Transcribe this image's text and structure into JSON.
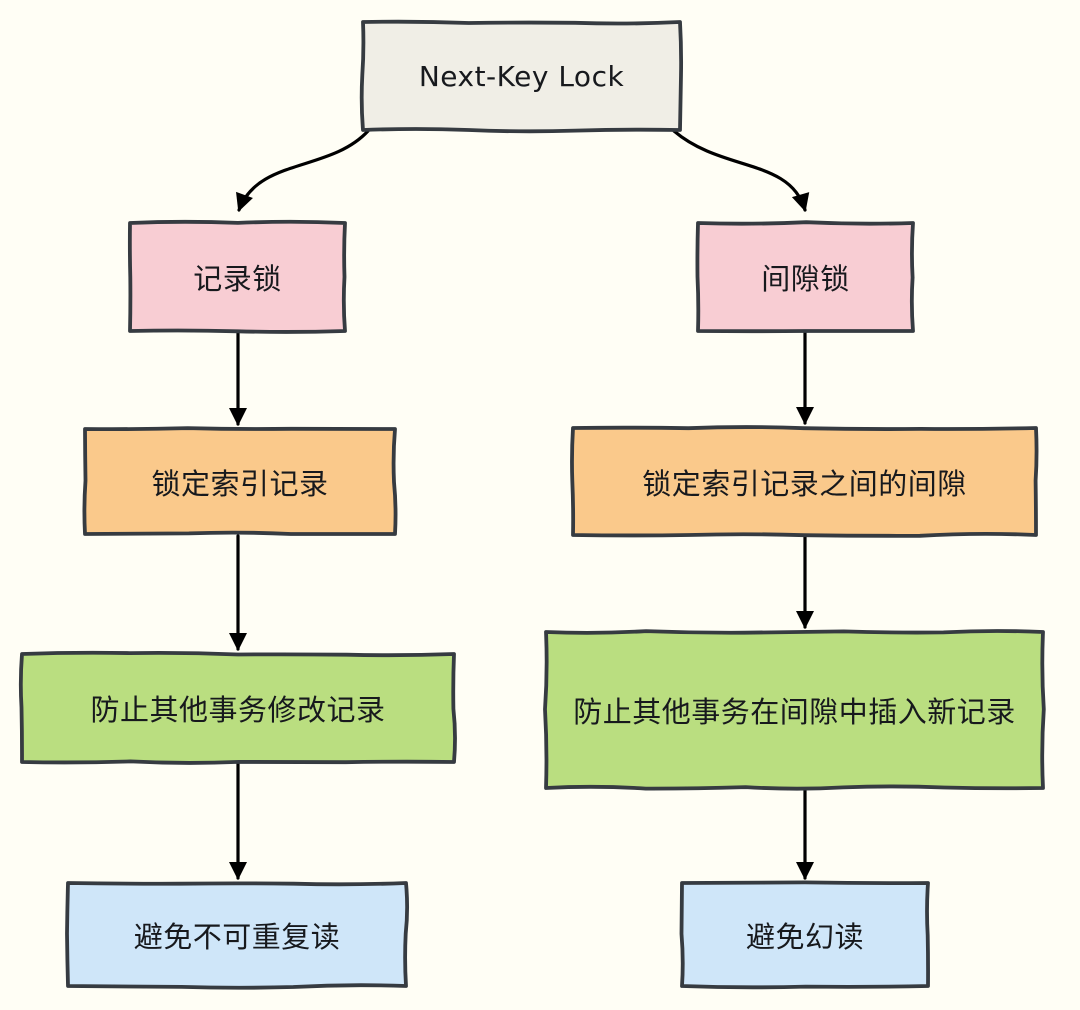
{
  "diagram": {
    "title": "Next-Key Lock",
    "background_color": "#FFFEF5",
    "box_border_color": "#363B41",
    "arrow_color": "#000000",
    "nodes": [
      {
        "id": "next-key-lock",
        "label": "Next-Key Lock",
        "fill": "#F0EEE6"
      },
      {
        "id": "record-lock",
        "label": "记录锁",
        "fill": "#F8CDD3"
      },
      {
        "id": "gap-lock",
        "label": "间隙锁",
        "fill": "#F8CDD3"
      },
      {
        "id": "record-lock-scope",
        "label": "锁定索引记录",
        "fill": "#FAC98B"
      },
      {
        "id": "gap-lock-scope",
        "label": "锁定索引记录之间的间隙",
        "fill": "#FAC98B"
      },
      {
        "id": "record-lock-purpose",
        "label": "防止其他事务修改记录",
        "fill": "#BADE80"
      },
      {
        "id": "gap-lock-purpose",
        "label": "防止其他事务在间隙中插入新记录",
        "fill": "#BADE80"
      },
      {
        "id": "record-lock-benefit",
        "label": "避免不可重复读",
        "fill": "#CFE6F9"
      },
      {
        "id": "gap-lock-benefit",
        "label": "避免幻读",
        "fill": "#CFE6F9"
      }
    ],
    "edges": [
      {
        "from": "next-key-lock",
        "to": "record-lock"
      },
      {
        "from": "next-key-lock",
        "to": "gap-lock"
      },
      {
        "from": "record-lock",
        "to": "record-lock-scope"
      },
      {
        "from": "record-lock-scope",
        "to": "record-lock-purpose"
      },
      {
        "from": "record-lock-purpose",
        "to": "record-lock-benefit"
      },
      {
        "from": "gap-lock",
        "to": "gap-lock-scope"
      },
      {
        "from": "gap-lock-scope",
        "to": "gap-lock-purpose"
      },
      {
        "from": "gap-lock-purpose",
        "to": "gap-lock-benefit"
      }
    ]
  }
}
